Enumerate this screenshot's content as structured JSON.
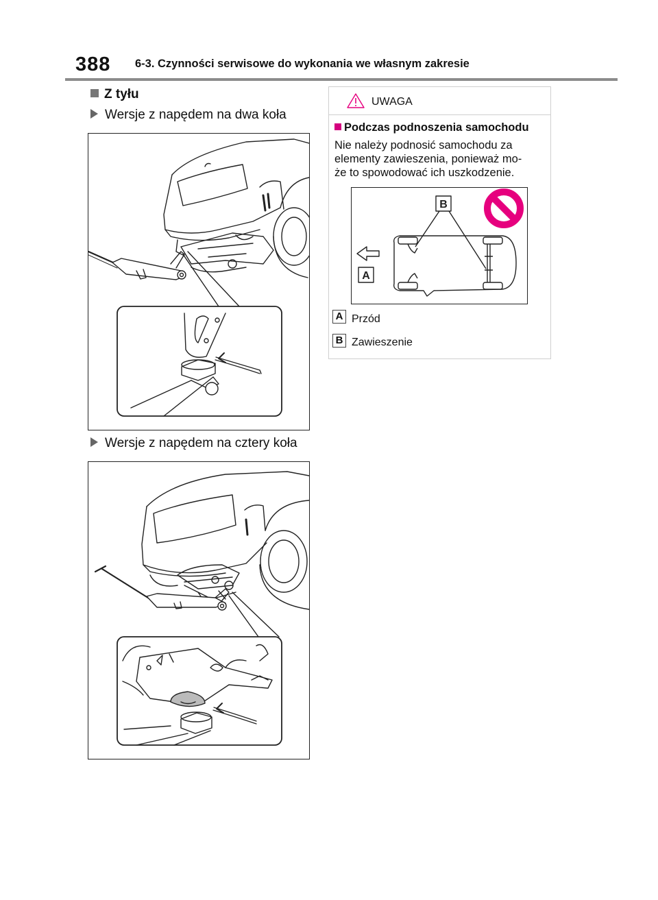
{
  "header": {
    "page_number": "388",
    "section_title": "6-3. Czynności serwisowe do wykonania we własnym zakresie"
  },
  "section": {
    "title": "Z tyłu",
    "variant_2wd": "Wersje z napędem na dwa koła",
    "variant_4wd": "Wersje z napędem na cztery koła"
  },
  "warning": {
    "label": "UWAGA",
    "subtitle": "Podczas podnoszenia samochodu",
    "body": "Nie należy podnosić samochodu za elementy zawieszenia, ponieważ może to spowodować ich uszkodzenie.",
    "body_line1": "Nie należy podnosić samochodu za",
    "body_line2": "elementy zawieszenia, ponieważ mo-",
    "body_line3": "że to spowodować ich uszkodzenie.",
    "legend": [
      {
        "letter": "A",
        "text": "Przód"
      },
      {
        "letter": "B",
        "text": "Zawieszenie"
      }
    ],
    "accent_color": "#d4007f",
    "prohibit_color": "#e6007e"
  }
}
